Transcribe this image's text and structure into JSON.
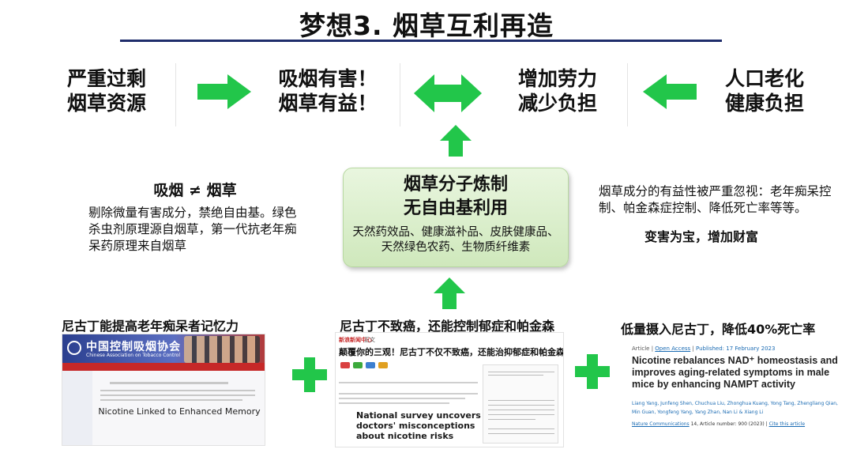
{
  "title": "梦想3. 烟草互利再造",
  "top_row": [
    {
      "line1": "严重过剩",
      "line2": "烟草资源"
    },
    {
      "line1": "吸烟有害！",
      "line2": "烟草有益！"
    },
    {
      "line1": "增加劳力",
      "line2": "减少负担"
    },
    {
      "line1": "人口老化",
      "line2": "健康负担"
    }
  ],
  "center": {
    "title1": "烟草分子炼制",
    "title2": "无自由基利用",
    "sub1": "天然药效品、健康滋补品、皮肤健康品、",
    "sub2": "天然绿色农药、生物质纤维素"
  },
  "left_note": {
    "heading": "吸烟 ≠ 烟草",
    "text": "剔除微量有害成分，禁绝自由基。绿色杀虫剂原理源自烟草，第一代抗老年痴呆药原理来自烟草"
  },
  "right_note": {
    "text": "烟草成分的有益性被严重忽视：老年痴呆控制、帕金森症控制、降低死亡率等等。",
    "heading": "变害为宝，增加财富"
  },
  "evidence": [
    {
      "caption": "尼古丁能提高老年痴呆者记忆力",
      "org": "中国控制吸烟协会",
      "org_en": "Chinese Association on Tobacco Control",
      "headline": "Nicotine Linked to Enhanced Memory"
    },
    {
      "caption": "尼古丁不致癌，还能控制郁症和帕金森",
      "source": "新浪新闻中心",
      "source_sub": "正文",
      "headline_cn": "颠覆你的三观！尼古丁不仅不致癌，还能治抑郁症和帕金森！",
      "headline_en": "National survey uncovers doctors' misconceptions about nicotine risks"
    },
    {
      "caption": "低量摄入尼古丁，降低40%死亡率",
      "article_type": "Article",
      "open_access": "Open Access",
      "published": "Published: 17 February 2023",
      "headline": "Nicotine rebalances NAD⁺ homeostasis and improves aging-related symptoms in male mice by enhancing NAMPT activity",
      "authors": "Liang Yang, Junfeng Shen, Chuchua Liu, Zhonghua Kuang, Yong Tang, Zhengliang Qian, Min Guan, Yongfeng Yang, Yang Zhan, Nan Li & Xiang Li",
      "journal": "Nature Communications",
      "volume_info": "14, Article number: 900 (2023)",
      "cite": "Cite this article"
    }
  ],
  "colors": {
    "arrow_green": "#22c64a",
    "title_rule": "#1f2d6b",
    "center_fill": "#dcefce"
  },
  "icons": [
    "arrow-right-icon",
    "double-arrow-icon",
    "arrow-left-icon",
    "arrow-up-icon",
    "plus-icon"
  ]
}
